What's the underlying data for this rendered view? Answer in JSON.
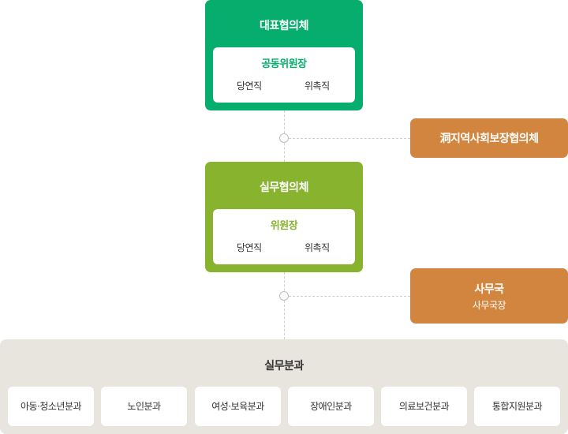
{
  "colors": {
    "representative": "#07ad6c",
    "working": "#87b32f",
    "side": "#d2853e",
    "panel": "#e8e5df"
  },
  "representative_council": {
    "title": "대표협의체",
    "head": "공동위원장",
    "members": [
      "당연직",
      "위촉직"
    ]
  },
  "community_council": {
    "label": "洞지역사회보장협의체"
  },
  "working_council": {
    "title": "실무협의체",
    "head": "위원장",
    "members": [
      "당연직",
      "위촉직"
    ]
  },
  "secretariat": {
    "label": "사무국",
    "sub": "사무국장"
  },
  "working_divisions": {
    "title": "실무분과",
    "items": [
      "아동·청소년분과",
      "노인분과",
      "여성·보육분과",
      "장애인분과",
      "의료보건분과",
      "통합지원분과"
    ]
  }
}
